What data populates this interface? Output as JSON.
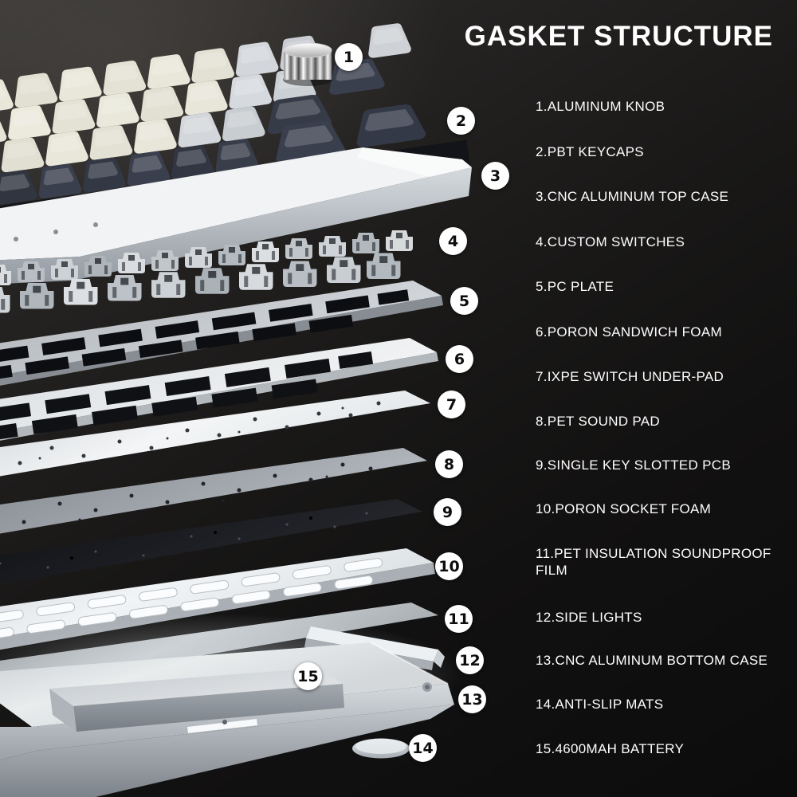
{
  "title": "GASKET STRUCTURE",
  "legend": {
    "items": [
      {
        "text": "1.ALUMINUM KNOB"
      },
      {
        "text": "2.PBT KEYCAPS"
      },
      {
        "text": "3.CNC ALUMINUM TOP CASE"
      },
      {
        "text": "4.CUSTOM SWITCHES"
      },
      {
        "text": "5.PC PLATE"
      },
      {
        "text": "6.PORON SANDWICH FOAM"
      },
      {
        "text": "7.IXPE SWITCH UNDER-PAD"
      },
      {
        "text": "8.PET SOUND PAD"
      },
      {
        "text": "9.SINGLE KEY SLOTTED PCB"
      },
      {
        "text": "10.PORON SOCKET FOAM"
      },
      {
        "text": "11.PET INSULATION SOUNDPROOF FILM"
      },
      {
        "text": "12.SIDE LIGHTS"
      },
      {
        "text": "13.CNC ALUMINUM BOTTOM CASE"
      },
      {
        "text": "14.ANTI-SLIP MATS"
      },
      {
        "text": "15.4600MAH BATTERY"
      }
    ]
  },
  "callouts": [
    "1",
    "2",
    "3",
    "4",
    "5",
    "6",
    "7",
    "8",
    "9",
    "10",
    "11",
    "12",
    "13",
    "14",
    "15"
  ],
  "colors": {
    "background_top": "#3b3937",
    "background_bottom": "#0c0c0c",
    "title_text": "#ffffff",
    "legend_text": "#fefefe",
    "badge_background": "#ffffff",
    "badge_text": "#0d0d0d",
    "keycap_cream": "#e9e7da",
    "keycap_gray": "#d3d7db",
    "keycap_navy": "#3a3f4d",
    "case_silver": "#e9eced",
    "pcb_dark": "#17181c",
    "knob_chrome": "#e8e8e8"
  }
}
